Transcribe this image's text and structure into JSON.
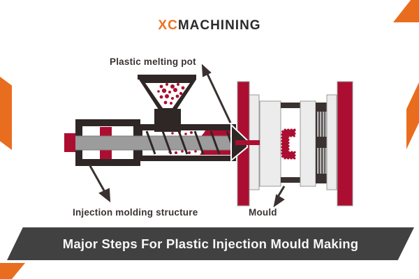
{
  "logo": {
    "mark": "XC",
    "name": "MACHINING"
  },
  "diagram": {
    "labels": {
      "melting_pot": "Plastic melting pot",
      "structure": "Injection molding structure",
      "mould": "Mould"
    }
  },
  "banner": {
    "title": "Major Steps For Plastic Injection Mould Making"
  },
  "colors": {
    "accent_orange": "#E96D1F",
    "logo_orange": "#EE7220",
    "crimson": "#AC0E31",
    "machine_dark": "#2F2726",
    "bar_dark": "#3A3230",
    "shaft_gray": "#9C9C9C",
    "plate_light": "#ECECEC",
    "banner_gray": "#414141",
    "text_dark": "#3A3331"
  }
}
